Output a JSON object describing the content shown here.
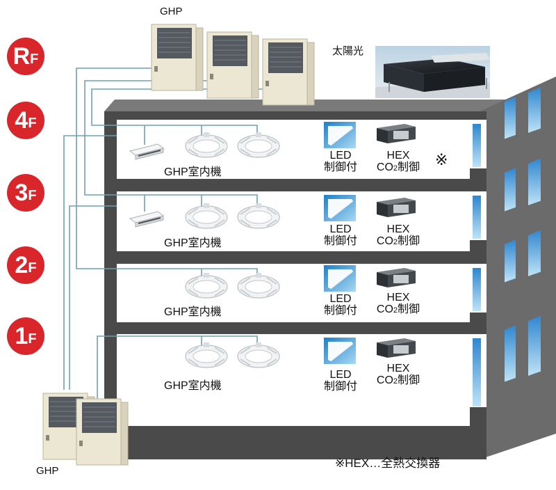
{
  "floors": [
    {
      "big": "R",
      "small": "F"
    },
    {
      "big": "4",
      "small": "F"
    },
    {
      "big": "3",
      "small": "F"
    },
    {
      "big": "2",
      "small": "F"
    },
    {
      "big": "1",
      "small": "F"
    }
  ],
  "labels": {
    "ghp_top": "GHP",
    "ghp_bottom": "GHP",
    "solar": "太陽光",
    "indoor_unit": "GHP室内機",
    "led_line1": "LED",
    "led_line2": "制御付",
    "hex_line1": "HEX",
    "hex_line2_pre": "CO",
    "hex_line2_sub": "2",
    "hex_line2_post": "制御",
    "asterisk_mark": "※",
    "footnote": "※HEX…全熱交換器"
  },
  "colors": {
    "building_dark": "#4a4a4a",
    "building_side": "#6b6b6b",
    "pipe": "#6f9fb4",
    "window": "#4aa3df",
    "badge": "#d8262b",
    "unit_body": "#ece7d2",
    "unit_fan": "#555a5e"
  }
}
